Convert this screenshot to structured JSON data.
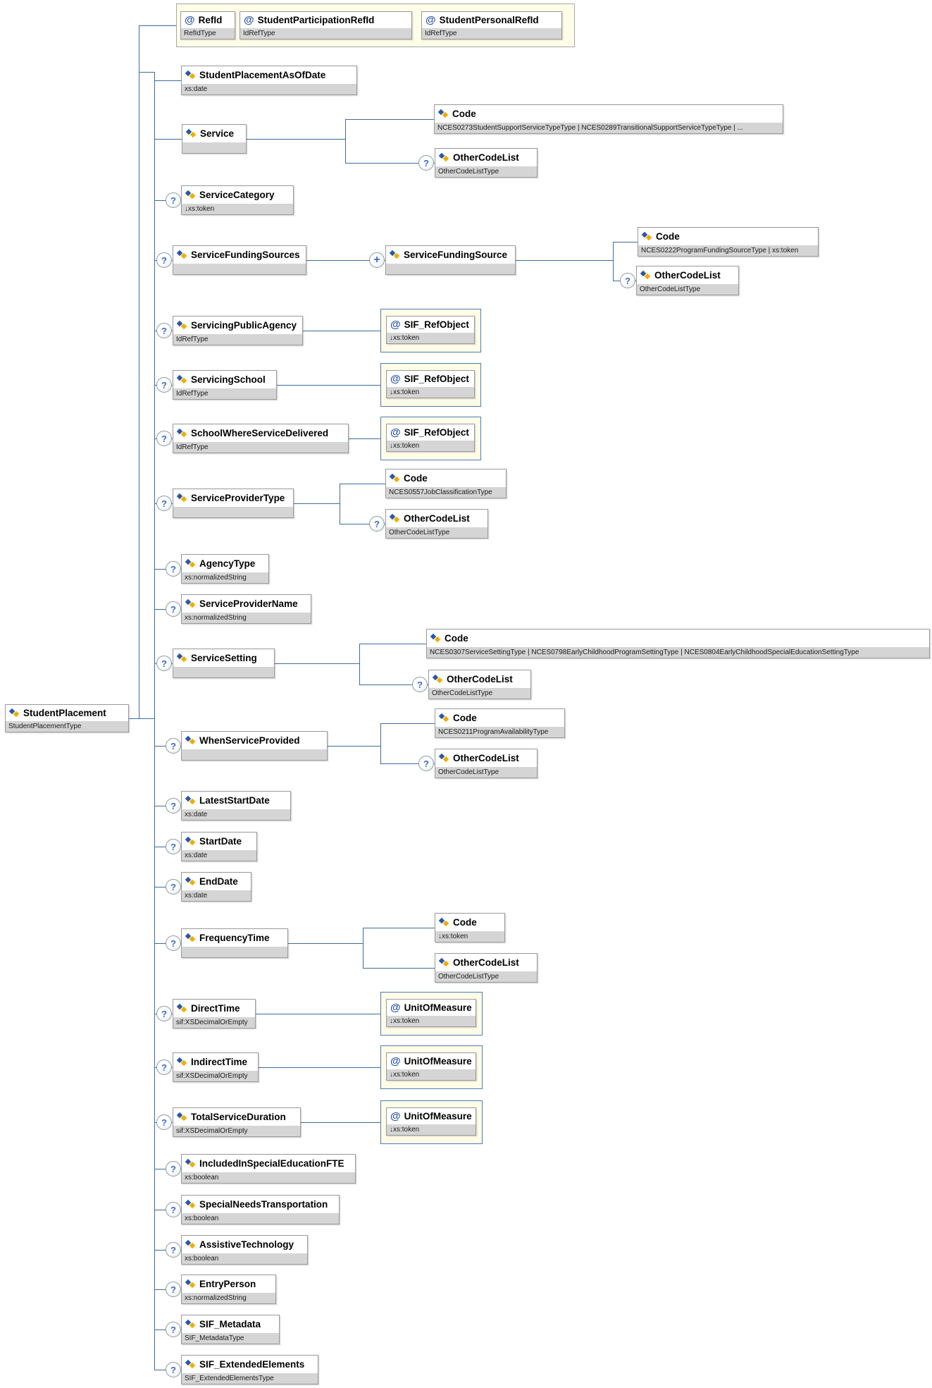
{
  "diagram_title": "StudentPlacement XML schema diagram",
  "legend": {
    "attribute_glyph": "@",
    "optional_glyph": "?",
    "repeat_glyph": "+"
  },
  "colors": {
    "connector": "#3e6c9c",
    "type_row_bg": "#d5d5d5",
    "group_fill": "#fffce8",
    "group_border": "#4e7cb0",
    "box_border": "#999999",
    "icon_blue": "#2b57a4",
    "icon_gold": "#f0ad00",
    "badge_text": "#3a6bc6"
  },
  "nodes": [
    {
      "id": "ref-id",
      "icon": "attribute",
      "label": "RefId",
      "type": "RefIdType",
      "badge": null
    },
    {
      "id": "student-participation-ref-id",
      "icon": "attribute",
      "label": "StudentParticipationRefId",
      "type": "IdRefType",
      "badge": null
    },
    {
      "id": "student-personal-ref-id",
      "icon": "attribute",
      "label": "StudentPersonalRefId",
      "type": "IdRefType",
      "badge": null
    },
    {
      "id": "student-placement",
      "icon": "element",
      "label": "StudentPlacement",
      "type": "StudentPlacementType",
      "badge": null
    },
    {
      "id": "student-placement-as-of-date",
      "icon": "element",
      "label": "StudentPlacementAsOfDate",
      "type": "xs:date",
      "badge": null
    },
    {
      "id": "service",
      "icon": "element",
      "label": "Service",
      "type": "",
      "badge": null
    },
    {
      "id": "service-code",
      "icon": "element",
      "label": "Code",
      "type": "NCES0273StudentSupportServiceTypeType | NCES0289TransitionalSupportServiceTypeType | ...",
      "badge": null
    },
    {
      "id": "service-other-code-list",
      "icon": "element",
      "label": "OtherCodeList",
      "type": "OtherCodeListType",
      "badge": "optional"
    },
    {
      "id": "service-category",
      "icon": "element",
      "label": "ServiceCategory",
      "type": "↓xs:token",
      "badge": "optional"
    },
    {
      "id": "service-funding-sources",
      "icon": "element",
      "label": "ServiceFundingSources",
      "type": "",
      "badge": "optional"
    },
    {
      "id": "service-funding-source",
      "icon": "element",
      "label": "ServiceFundingSource",
      "type": "",
      "badge": "repeat"
    },
    {
      "id": "service-funding-source-code",
      "icon": "element",
      "label": "Code",
      "type": "NCES0222ProgramFundingSourceType | xs:token",
      "badge": null
    },
    {
      "id": "service-funding-source-other-code-list",
      "icon": "element",
      "label": "OtherCodeList",
      "type": "OtherCodeListType",
      "badge": "optional"
    },
    {
      "id": "servicing-public-agency",
      "icon": "element",
      "label": "ServicingPublicAgency",
      "type": "IdRefType",
      "badge": "optional"
    },
    {
      "id": "servicing-public-agency-sif-ref-object",
      "icon": "attribute",
      "label": "SIF_RefObject",
      "type": "↓xs:token",
      "badge": null
    },
    {
      "id": "servicing-school",
      "icon": "element",
      "label": "ServicingSchool",
      "type": "IdRefType",
      "badge": "optional"
    },
    {
      "id": "servicing-school-sif-ref-object",
      "icon": "attribute",
      "label": "SIF_RefObject",
      "type": "↓xs:token",
      "badge": null
    },
    {
      "id": "school-where-service-delivered",
      "icon": "element",
      "label": "SchoolWhereServiceDelivered",
      "type": "IdRefType",
      "badge": "optional"
    },
    {
      "id": "school-where-service-delivered-sif-ref-object",
      "icon": "attribute",
      "label": "SIF_RefObject",
      "type": "↓xs:token",
      "badge": null
    },
    {
      "id": "service-provider-type",
      "icon": "element",
      "label": "ServiceProviderType",
      "type": "",
      "badge": "optional"
    },
    {
      "id": "service-provider-type-code",
      "icon": "element",
      "label": "Code",
      "type": "NCES0557JobClassificationType",
      "badge": null
    },
    {
      "id": "service-provider-type-other-code-list",
      "icon": "element",
      "label": "OtherCodeList",
      "type": "OtherCodeListType",
      "badge": "optional"
    },
    {
      "id": "agency-type",
      "icon": "element",
      "label": "AgencyType",
      "type": "xs:normalizedString",
      "badge": "optional"
    },
    {
      "id": "service-provider-name",
      "icon": "element",
      "label": "ServiceProviderName",
      "type": "xs:normalizedString",
      "badge": "optional"
    },
    {
      "id": "service-setting",
      "icon": "element",
      "label": "ServiceSetting",
      "type": "",
      "badge": "optional"
    },
    {
      "id": "service-setting-code",
      "icon": "element",
      "label": "Code",
      "type": "NCES0307ServiceSettingType | NCES0798EarlyChildhoodProgramSettingType | NCES0804EarlyChildhoodSpecialEducationSettingType",
      "badge": null
    },
    {
      "id": "service-setting-other-code-list",
      "icon": "element",
      "label": "OtherCodeList",
      "type": "OtherCodeListType",
      "badge": "optional"
    },
    {
      "id": "when-service-provided",
      "icon": "element",
      "label": "WhenServiceProvided",
      "type": "",
      "badge": "optional"
    },
    {
      "id": "when-service-provided-code",
      "icon": "element",
      "label": "Code",
      "type": "NCES0211ProgramAvailabilityType",
      "badge": null
    },
    {
      "id": "when-service-provided-other-code-list",
      "icon": "element",
      "label": "OtherCodeList",
      "type": "OtherCodeListType",
      "badge": "optional"
    },
    {
      "id": "latest-start-date",
      "icon": "element",
      "label": "LatestStartDate",
      "type": "xs:date",
      "badge": "optional"
    },
    {
      "id": "start-date",
      "icon": "element",
      "label": "StartDate",
      "type": "xs:date",
      "badge": "optional"
    },
    {
      "id": "end-date",
      "icon": "element",
      "label": "EndDate",
      "type": "xs:date",
      "badge": "optional"
    },
    {
      "id": "frequency-time",
      "icon": "element",
      "label": "FrequencyTime",
      "type": "",
      "badge": "optional"
    },
    {
      "id": "frequency-time-code",
      "icon": "element",
      "label": "Code",
      "type": "↓xs:token",
      "badge": null
    },
    {
      "id": "frequency-time-other-code-list",
      "icon": "element",
      "label": "OtherCodeList",
      "type": "OtherCodeListType",
      "badge": "optional"
    },
    {
      "id": "direct-time",
      "icon": "element",
      "label": "DirectTime",
      "type": "sif:XSDecimalOrEmpty",
      "badge": "optional"
    },
    {
      "id": "direct-time-unit-of-measure",
      "icon": "attribute",
      "label": "UnitOfMeasure",
      "type": "↓xs:token",
      "badge": null
    },
    {
      "id": "indirect-time",
      "icon": "element",
      "label": "IndirectTime",
      "type": "sif:XSDecimalOrEmpty",
      "badge": "optional"
    },
    {
      "id": "indirect-time-unit-of-measure",
      "icon": "attribute",
      "label": "UnitOfMeasure",
      "type": "↓xs:token",
      "badge": null
    },
    {
      "id": "total-service-duration",
      "icon": "element",
      "label": "TotalServiceDuration",
      "type": "sif:XSDecimalOrEmpty",
      "badge": "optional"
    },
    {
      "id": "total-service-duration-unit-of-measure",
      "icon": "attribute",
      "label": "UnitOfMeasure",
      "type": "↓xs:token",
      "badge": null
    },
    {
      "id": "included-in-special-education-fte",
      "icon": "element",
      "label": "IncludedInSpecialEducationFTE",
      "type": "xs:boolean",
      "badge": "optional"
    },
    {
      "id": "special-needs-transportation",
      "icon": "element",
      "label": "SpecialNeedsTransportation",
      "type": "xs:boolean",
      "badge": "optional"
    },
    {
      "id": "assistive-technology",
      "icon": "element",
      "label": "AssistiveTechnology",
      "type": "xs:boolean",
      "badge": "optional"
    },
    {
      "id": "entry-person",
      "icon": "element",
      "label": "EntryPerson",
      "type": "xs:normalizedString",
      "badge": "optional"
    },
    {
      "id": "sif-metadata",
      "icon": "element",
      "label": "SIF_Metadata",
      "type": "SIF_MetadataType",
      "badge": "optional"
    },
    {
      "id": "sif-extended-elements",
      "icon": "element",
      "label": "SIF_ExtendedElements",
      "type": "SIF_ExtendedElementsType",
      "badge": "optional"
    }
  ]
}
